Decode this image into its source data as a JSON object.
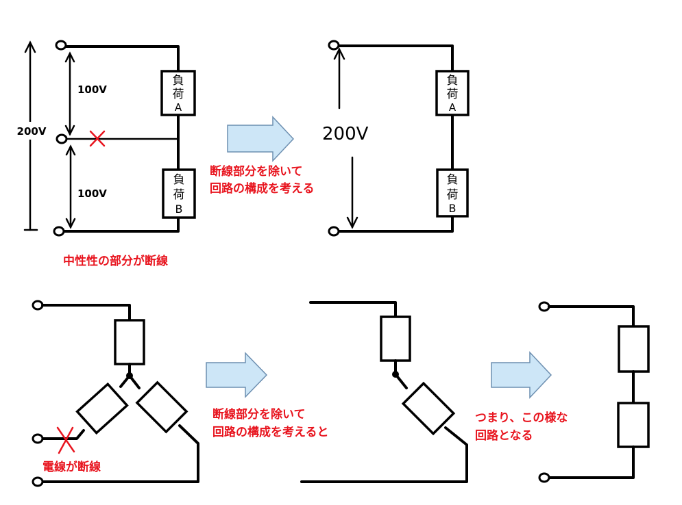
{
  "top_left": {
    "voltage_total": "200V",
    "voltage_upper": "100V",
    "voltage_lower": "100V",
    "load_a": {
      "kanji1": "負",
      "kanji2": "荷",
      "letter": "A"
    },
    "load_b": {
      "kanji1": "負",
      "kanji2": "荷",
      "letter": "B"
    },
    "caption": "中性性の部分が断線"
  },
  "top_arrow": {
    "line1": "断線部分を除いて",
    "line2": "回路の構成を考える"
  },
  "top_right": {
    "voltage": "200V",
    "load_a": {
      "kanji1": "負",
      "kanji2": "荷",
      "letter": "A"
    },
    "load_b": {
      "kanji1": "負",
      "kanji2": "荷",
      "letter": "B"
    }
  },
  "bottom_left": {
    "caption": "電線が断線"
  },
  "bottom_arrow1": {
    "line1": "断線部分を除いて",
    "line2": "回路の構成を考えると"
  },
  "bottom_arrow2": {
    "line1": "つまり、この様な",
    "line2": "回路となる"
  },
  "colors": {
    "wire": "#000000",
    "note_red": "#e8141e",
    "arrow_fill": "#cde6f7",
    "arrow_stroke": "#6d8fb0"
  }
}
